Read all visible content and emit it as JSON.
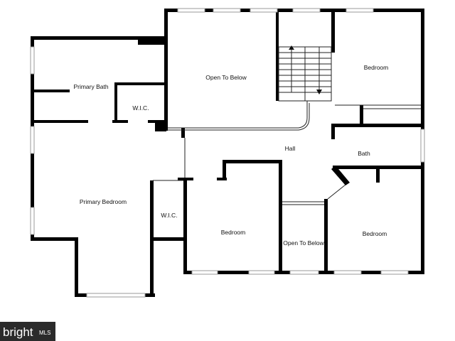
{
  "rooms": [
    {
      "label": "Open To Below"
    },
    {
      "label": "Bedroom"
    },
    {
      "label": "Primary Bath"
    },
    {
      "label": "W.I.C."
    },
    {
      "label": "Hall"
    },
    {
      "label": "Bath"
    },
    {
      "label": "Primary Bedroom"
    },
    {
      "label": "W.I.C."
    },
    {
      "label": "Bedroom"
    },
    {
      "label": "Open To Below"
    },
    {
      "label": "Bedroom"
    }
  ],
  "watermark": {
    "brand": "bright",
    "suffix": "MLS"
  },
  "colors": {
    "wall": "#000000",
    "background": "#ffffff",
    "watermark_bg": "#2b2b2b"
  }
}
